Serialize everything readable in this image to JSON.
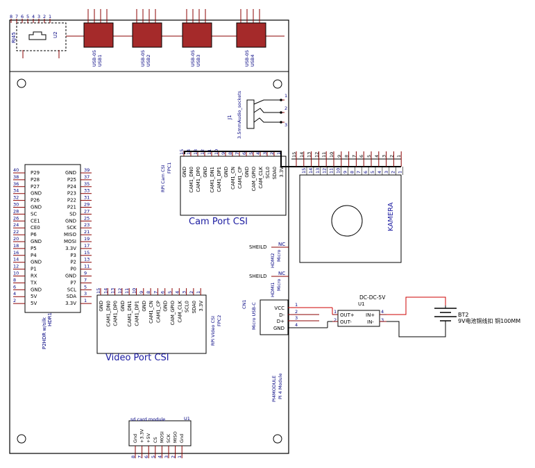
{
  "usb_ports": [
    {
      "type": "USB-05",
      "ref": "USB1"
    },
    {
      "type": "USB-05",
      "ref": "USB2"
    },
    {
      "type": "USB-05",
      "ref": "USB3"
    },
    {
      "type": "USB-05",
      "ref": "USB4"
    }
  ],
  "rj45": {
    "label": "RJ45",
    "ref": "U2",
    "pins": [
      "8",
      "7",
      "6",
      "5",
      "4",
      "3",
      "2",
      "1"
    ]
  },
  "audio": {
    "ref": "J1",
    "name": "3.5mmAudio_sockets",
    "pins": [
      "1",
      "2",
      "3"
    ]
  },
  "gpio": {
    "name": "P2HDR w/silk",
    "ref": "HDR1",
    "left_nums": [
      "40",
      "38",
      "36",
      "34",
      "32",
      "30",
      "28",
      "26",
      "24",
      "22",
      "20",
      "18",
      "16",
      "14",
      "12",
      "10",
      "8",
      "6",
      "4",
      "2"
    ],
    "left_labels": [
      "P29",
      "P28",
      "P27",
      "GND",
      "P26",
      "GND",
      "SC",
      "CE1",
      "CE0",
      "P6",
      "GND",
      "P5",
      "P4",
      "GND",
      "P1",
      "RX",
      "TX",
      "GND",
      "5V",
      "5V"
    ],
    "right_labels": [
      "GND",
      "P25",
      "P24",
      "P23",
      "P22",
      "P21",
      "SD",
      "GND",
      "SCK",
      "MISO",
      "MOSI",
      "3.3V",
      "P3",
      "P2",
      "P0",
      "GND",
      "P7",
      "SCL",
      "SDA",
      "3.3V"
    ],
    "right_nums": [
      "39",
      "37",
      "35",
      "33",
      "31",
      "29",
      "27",
      "25",
      "23",
      "21",
      "19",
      "17",
      "15",
      "13",
      "11",
      "9",
      "7",
      "5",
      "3",
      "1"
    ]
  },
  "cam_port": {
    "title": "Cam Port CSI",
    "name": "RPi Cam CSI",
    "ref": "FPC1",
    "pins": [
      "15",
      "14",
      "13",
      "12",
      "11",
      "10",
      "9",
      "8",
      "7",
      "6",
      "5",
      "4",
      "3",
      "2",
      "1"
    ],
    "signals": [
      "GND",
      "CAM1_DN0",
      "CAM1_DP0",
      "GND",
      "CAM1_DN1",
      "CAM1_DP1",
      "GND",
      "CAM1_CN",
      "CAM1_CP",
      "GND",
      "CAM_GPIO",
      "CAM_CLK",
      "SCL0",
      "SDA0",
      "3.3V"
    ]
  },
  "video_port": {
    "title": "Video Port CSI",
    "name": "RPi Video CSI",
    "ref": "FPC2",
    "pins": [
      "15",
      "14",
      "13",
      "12",
      "11",
      "10",
      "9",
      "8",
      "7",
      "6",
      "5",
      "4",
      "3",
      "2",
      "1"
    ],
    "signals": [
      "GND",
      "CAM1_DN0",
      "CAM1_DP0",
      "GND",
      "CAM1_DN1",
      "CAM1_DP1",
      "GND",
      "CAM1_CN",
      "CAM1_CP",
      "GND",
      "CAM_GPIO",
      "CAM_CLK",
      "SCL0",
      "SDA0",
      "3.3V"
    ]
  },
  "kamera": {
    "label": "KAMERA",
    "top_pins": [
      "15",
      "14",
      "13",
      "12",
      "11",
      "10",
      "9",
      "8",
      "7",
      "6",
      "5",
      "4",
      "3",
      "2",
      "1"
    ],
    "inner_pins": [
      "15",
      "14",
      "13",
      "12",
      "11",
      "10",
      "9",
      "8",
      "7",
      "6",
      "5",
      "4",
      "3",
      "2",
      "1"
    ]
  },
  "hdmi": [
    {
      "ref": "HDMI2",
      "type": "Micro",
      "net": "SHEILD",
      "nc": "NC"
    },
    {
      "ref": "HDMI1",
      "type": "Micro",
      "net": "SHEILD",
      "nc": "NC"
    }
  ],
  "usbc": {
    "ref": "CN1",
    "type": "Micro USB-C",
    "pins": [
      "VCC",
      "D-",
      "D+",
      "GND"
    ],
    "pin_nums": [
      "1",
      "2",
      "3",
      "4"
    ]
  },
  "dcdc": {
    "title": "DC-DC-5V",
    "ref": "U1",
    "left_pins": [
      "OUT+",
      "OUT-"
    ],
    "right_pins": [
      "IN+",
      "IN-"
    ],
    "left_nums": [
      "1",
      "2"
    ],
    "right_nums": [
      "4",
      "3"
    ]
  },
  "battery": {
    "ref": "BT2",
    "desc": "9V电池铜线扣 铜100MM"
  },
  "module": {
    "title": "PI4MODULE",
    "subtitle": "Pi 4 Module"
  },
  "sd": {
    "title": "sd card module",
    "ref": "U1",
    "pins": [
      "Gnd",
      "+3.3V",
      "+5V",
      "CS",
      "MOSI",
      "SCK",
      "MISO",
      "Gnd"
    ],
    "pin_nums": [
      "8",
      "7",
      "6",
      "5",
      "4",
      "3",
      "2",
      "1"
    ]
  },
  "colors": {
    "wire": "#8b0000",
    "red_wire": "#cc0000",
    "ink": "#000000",
    "label": "#000080",
    "title": "#1a1aa0",
    "component_fill": "#a52a2a"
  }
}
